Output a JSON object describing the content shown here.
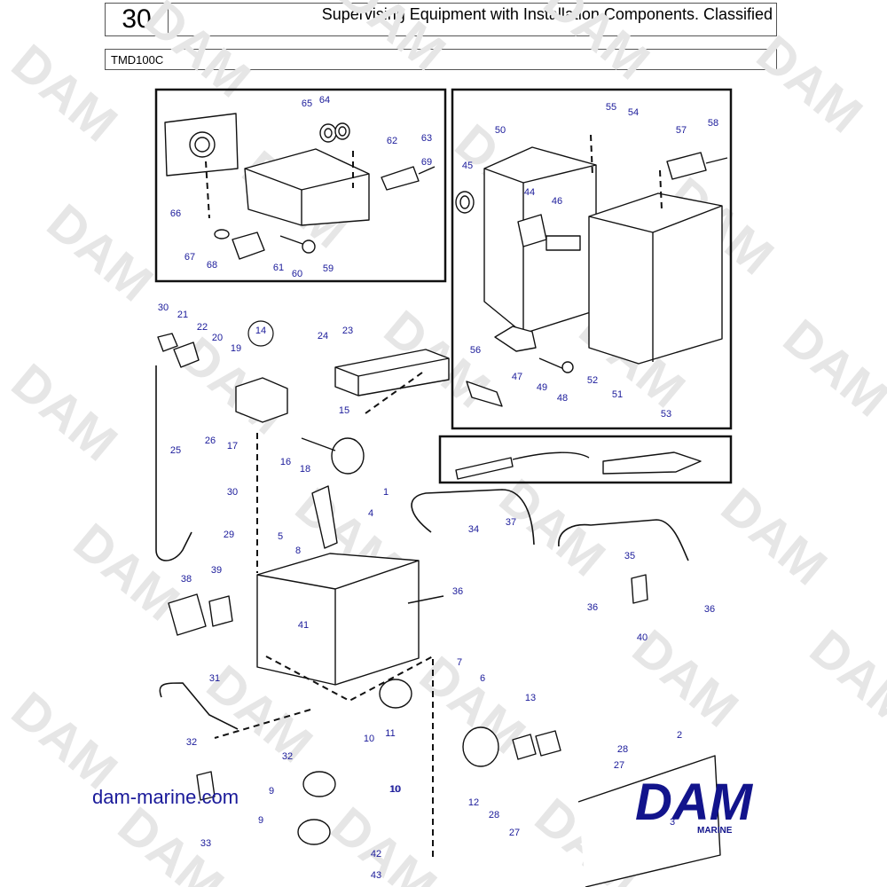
{
  "header": {
    "section_number": "30",
    "title": "Supervising Equipment with Installation Components. Classified",
    "model": "TMD100C"
  },
  "callouts": [
    "1",
    "2",
    "3",
    "4",
    "5",
    "6",
    "7",
    "8",
    "9",
    "9",
    "10",
    "10",
    "10",
    "11",
    "12",
    "13",
    "14",
    "15",
    "16",
    "17",
    "18",
    "19",
    "20",
    "21",
    "22",
    "23",
    "24",
    "25",
    "26",
    "27",
    "27",
    "28",
    "28",
    "29",
    "30",
    "30",
    "31",
    "32",
    "32",
    "33",
    "34",
    "35",
    "36",
    "36",
    "36",
    "37",
    "38",
    "39",
    "40",
    "41",
    "42",
    "43",
    "44",
    "45",
    "46",
    "47",
    "48",
    "49",
    "50",
    "51",
    "52",
    "53",
    "54",
    "55",
    "56",
    "57",
    "58",
    "59",
    "60",
    "61",
    "62",
    "63",
    "64",
    "65",
    "66",
    "67",
    "68",
    "69"
  ],
  "watermark": "DAM",
  "footer": {
    "website": "dam-marine.com",
    "logo_text": "DAM",
    "logo_sub": "MARINE"
  },
  "colors": {
    "callout": "#1a1a9a",
    "logo": "#12148c",
    "line": "#111111",
    "watermark": "#e6e6e6"
  }
}
